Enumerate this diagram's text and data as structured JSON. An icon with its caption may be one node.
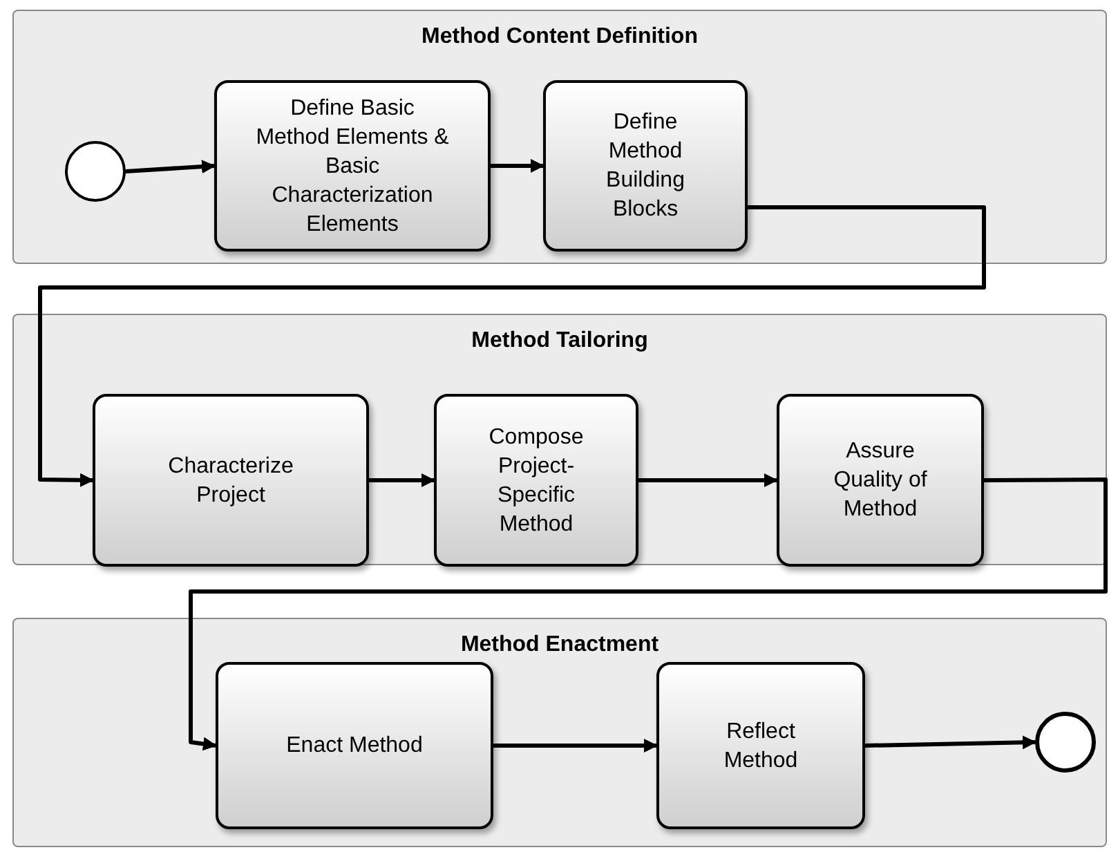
{
  "diagram": {
    "nodes": [
      {
        "text": [
          "Method Content Definition"
        ]
      },
      {
        "text": [],
        "shape": "circle",
        "in": 0
      },
      {
        "text": [
          "Define Basic Method Elements & Basic Characterization Elements"
        ],
        "in": 0
      },
      {
        "text": [
          "Define Method Building Blocks"
        ],
        "in": 0
      },
      {
        "text": [
          "Method Tailoring"
        ]
      },
      {
        "text": [
          "Characterize Project"
        ],
        "in": 4
      },
      {
        "text": [
          "Compose Project-Specific Method"
        ],
        "in": 4
      },
      {
        "text": [
          "Assure Quality of Method"
        ],
        "in": 4
      },
      {
        "text": [
          "Method Enactment"
        ]
      },
      {
        "text": [
          "Enact Method"
        ],
        "in": 8
      },
      {
        "text": [
          "Reflect Method"
        ],
        "in": 8
      },
      {
        "text": [],
        "shape": "circle",
        "in": 8
      }
    ],
    "edges": [
      {
        "from": 1,
        "to": 2,
        "arrow": "to"
      },
      {
        "from": 2,
        "to": 3,
        "arrow": "to"
      },
      {
        "from": 3,
        "to": 5,
        "arrow": "to"
      },
      {
        "from": 5,
        "to": 6,
        "arrow": "to"
      },
      {
        "from": 6,
        "to": 7,
        "arrow": "to"
      },
      {
        "from": 7,
        "to": 9,
        "arrow": "to"
      },
      {
        "from": 9,
        "to": 10,
        "arrow": "to"
      },
      {
        "from": 10,
        "to": 11,
        "arrow": "to"
      }
    ]
  }
}
